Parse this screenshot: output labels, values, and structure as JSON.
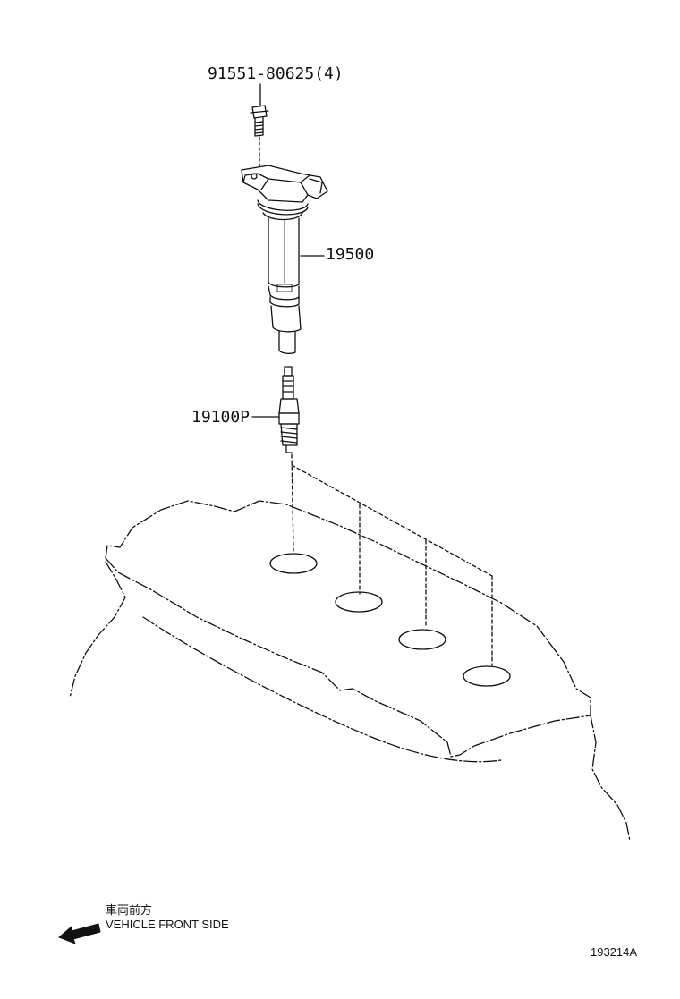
{
  "callouts": {
    "bolt_part": "91551-80625(4)",
    "coil_part": "19500",
    "plug_part": "19100P"
  },
  "direction_note": {
    "japanese": "車両前方",
    "english": "VEHICLE FRONT SIDE"
  },
  "illustration_number": "193214A",
  "colors": {
    "line": "#111111",
    "background": "#ffffff"
  }
}
